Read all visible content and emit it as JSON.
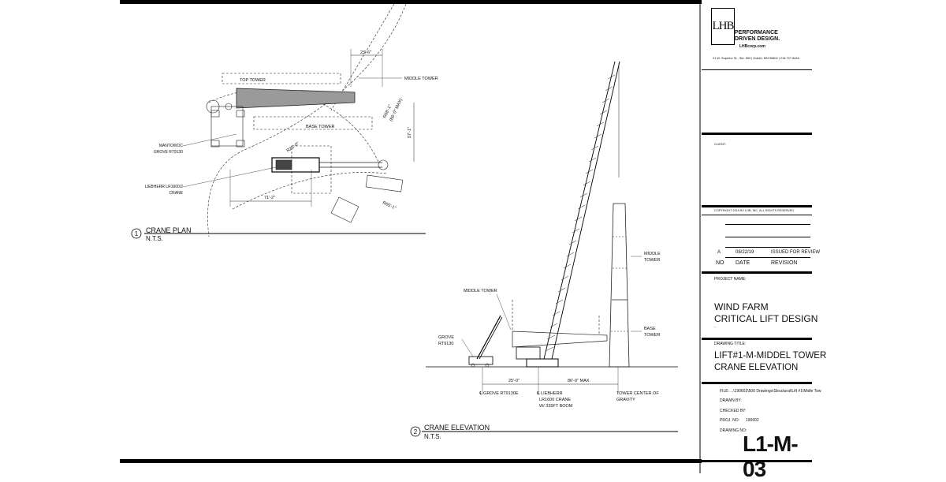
{
  "plan": {
    "callout_number": "1",
    "title": "CRANE PLAN",
    "scale": "N.T.S.",
    "labels": {
      "top_tower": "TOP TOWER",
      "middle_tower": "MIDDLE TOWER",
      "base_tower": "BASE TOWER",
      "manitowoc": "MANTOWOC",
      "grove": "GROVE RT9130",
      "liebherr": "LIEBHERR LR1600/2",
      "crane": "CRANE"
    },
    "dims": {
      "d1": "23'-6\"",
      "d2": "R68'-1\"",
      "d3": "(86'-0\" MAX)",
      "d4": "57'-1\"",
      "d5": "R25'-0\"",
      "d6": "71'-2\"",
      "d7": "R65'-1\""
    }
  },
  "elevation": {
    "callout_number": "2",
    "title": "CRANE ELEVATION",
    "scale": "N.T.S.",
    "labels": {
      "middle_tower_left": "MIDDLE TOWER",
      "grove": "GROVE",
      "grove_model": "RT9130",
      "middle_tower_right_1": "MIDDLE",
      "middle_tower_right_2": "TOWER",
      "base_tower_1": "BASE",
      "base_tower_2": "TOWER"
    },
    "dims": {
      "d25": "25'-0\"",
      "d86": "86'-0\" MAX."
    },
    "notes": {
      "cl_grove": "℄  GROVE RT9130E",
      "cl_liebherr_1": "℄  LIEBHERR",
      "cl_liebherr_2": "LR1600 CRANE",
      "cl_liebherr_3": "W/ 335FT BOOM",
      "tower_cg_1": "TOWER CENTER OF",
      "tower_cg_2": "GRAVITY"
    }
  },
  "title_block": {
    "logo": "LHB",
    "tagline_1": "PERFORMANCE",
    "tagline_2": "DRIVEN DESIGN.",
    "website": "LHBcorp.com",
    "address": "21 W. Superior St., Ste. 500 | Duluth, MN 55802 | 218.727.8446",
    "client_label": "CLIENT:",
    "copyright": "COPYRIGHT 2019 BY LHB, INC. ALL RIGHTS RESERVED",
    "revision": {
      "rev": "A",
      "date": "08/22/19",
      "desc": "ISSUED FOR REVIEW"
    },
    "rev_headers": {
      "no": "NO",
      "date": "DATE",
      "revision": "REVISION"
    },
    "project_name_label": "PROJECT NAME:",
    "project_name_1": "WIND FARM",
    "project_name_2": "CRITICAL LIFT DESIGN",
    "project_name_mark": "-",
    "drawing_title_label": "DRAWING TITLE:",
    "drawing_title_1": "LIFT#1-M-MIDDEL TOWER",
    "drawing_title_2": "CRANE ELEVATION",
    "file_label": "FILE:",
    "file_value": "...\\190602\\500 Drawings\\Structural\\Lift #1\\Midle Tow",
    "drawn_by_label": "DRAWN BY:",
    "checked_by_label": "CHECKED BY:",
    "proj_no_label": "PROJ. NO:",
    "proj_no_value": "190602",
    "drawing_no_label": "DRAWING NO:",
    "drawing_no": "L1-M-03"
  }
}
